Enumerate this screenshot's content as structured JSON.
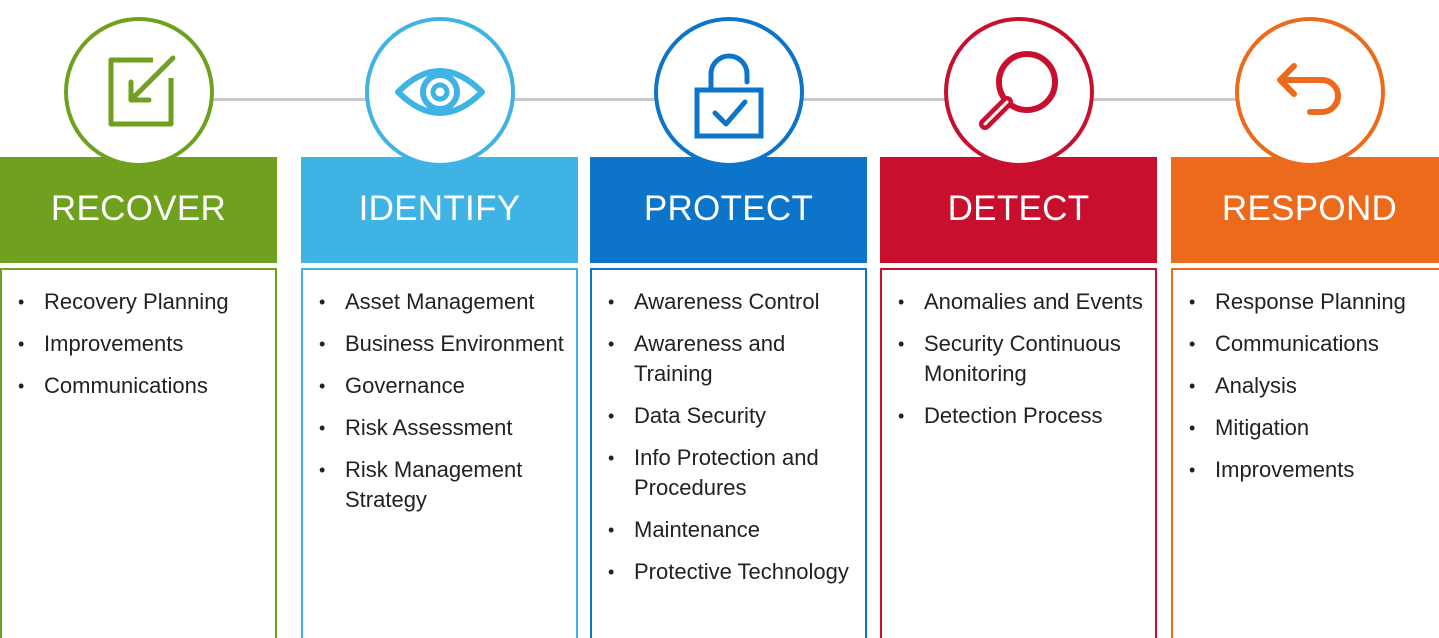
{
  "stages": [
    {
      "title": "IDENTIFY",
      "color": "#40b3e5",
      "icon": "eye-icon",
      "items": [
        "Asset Management",
        "Business Environment",
        "Governance",
        "Risk Assessment",
        "Risk Management Strategy"
      ]
    },
    {
      "title": "PROTECT",
      "color": "#0c74c9",
      "icon": "padlock-icon",
      "items": [
        "Awareness Control",
        "Awareness and Training",
        "Data Security",
        "Info Protection and Procedures",
        "Maintenance",
        "Protective Technology"
      ]
    },
    {
      "title": "DETECT",
      "color": "#c8102e",
      "icon": "magnifier-icon",
      "items": [
        "Anomalies and Events",
        "Security Continuous Monitoring",
        "Detection Process"
      ]
    },
    {
      "title": "RESPOND",
      "color": "#ec6a1b",
      "icon": "return-arrow-icon",
      "items": [
        "Response Planning",
        "Communications",
        "Analysis",
        "Mitigation",
        "Improvements"
      ]
    },
    {
      "title": "RECOVER",
      "color": "#6fa11f",
      "icon": "recover-arrow-icon",
      "items": [
        "Recovery Planning",
        "Improvements",
        "Communications"
      ]
    }
  ]
}
